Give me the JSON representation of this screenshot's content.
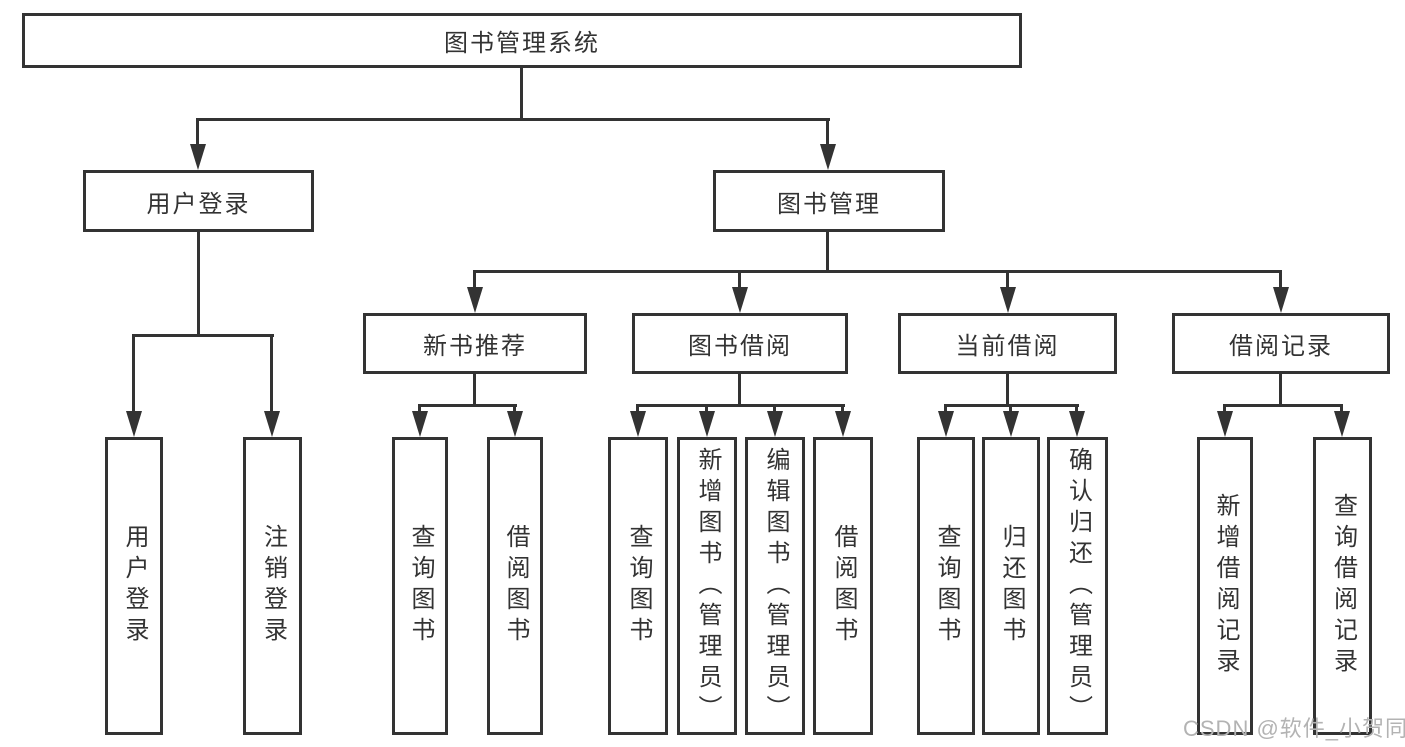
{
  "diagram": {
    "root": {
      "label": "图书管理系统"
    },
    "level2": [
      {
        "label": "用户登录"
      },
      {
        "label": "图书管理"
      }
    ],
    "level3": [
      {
        "label": "新书推荐"
      },
      {
        "label": "图书借阅"
      },
      {
        "label": "当前借阅"
      },
      {
        "label": "借阅记录"
      }
    ],
    "leaves": [
      {
        "label": "用户登录"
      },
      {
        "label": "注销登录"
      },
      {
        "label": "查询图书"
      },
      {
        "label": "借阅图书"
      },
      {
        "label": "查询图书"
      },
      {
        "label": "新增图书（管理员）"
      },
      {
        "label": "编辑图书（管理员）"
      },
      {
        "label": "借阅图书"
      },
      {
        "label": "查询图书"
      },
      {
        "label": "归还图书"
      },
      {
        "label": "确认归还（管理员）"
      },
      {
        "label": "新增借阅记录"
      },
      {
        "label": "查询借阅记录"
      }
    ],
    "watermark": "CSDN @软件_小贺同学",
    "colors": {
      "line": "#333333",
      "text": "#333333",
      "background": "#ffffff",
      "watermark": "#b3b3b3"
    }
  }
}
